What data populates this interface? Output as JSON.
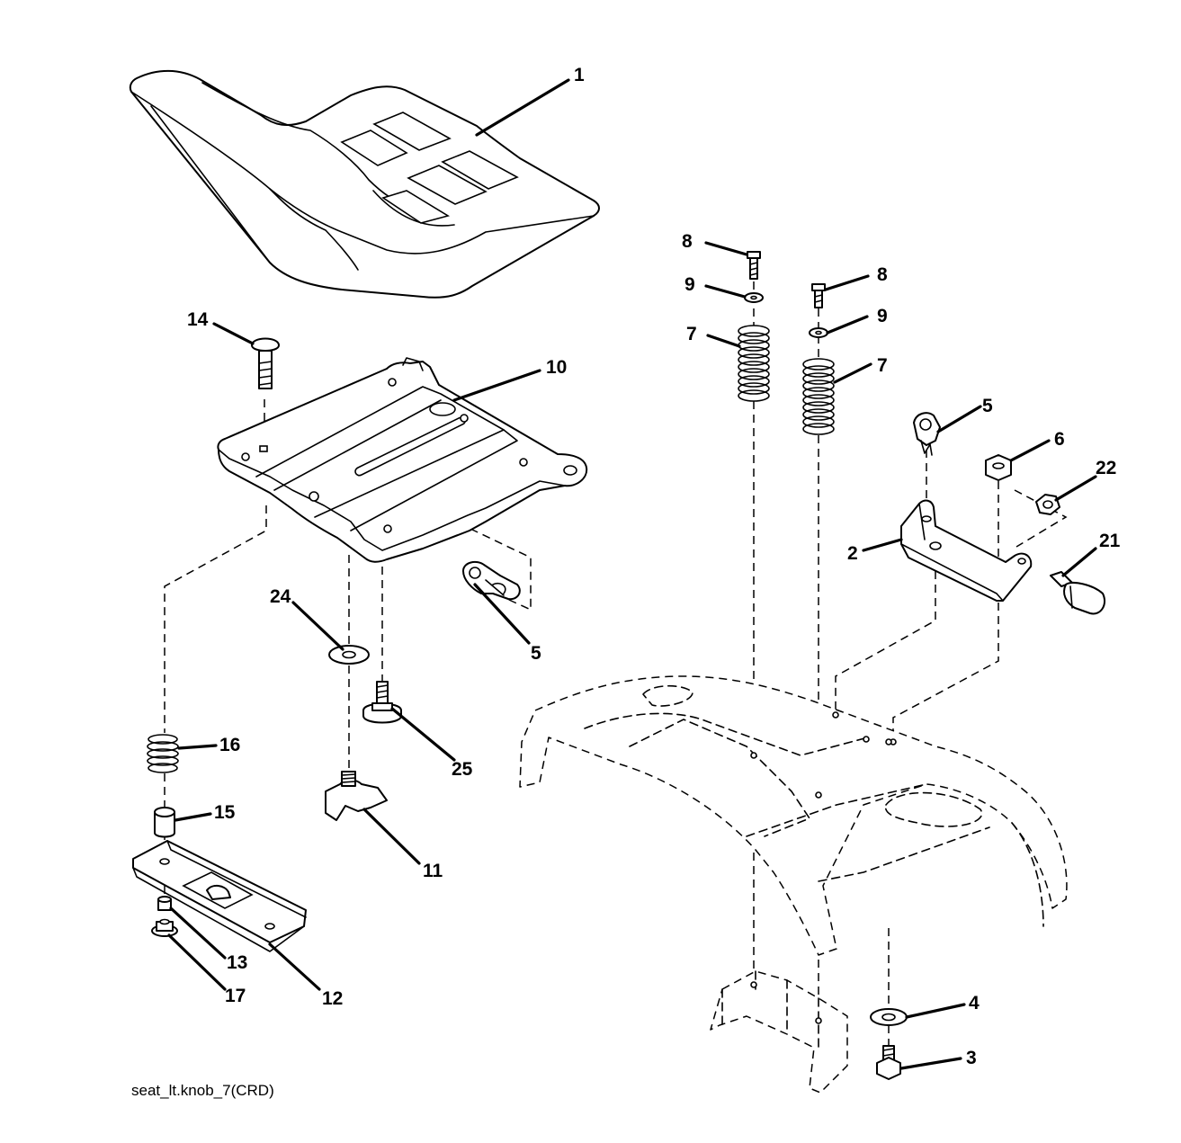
{
  "caption": "seat_lt.knob_7(CRD)",
  "callouts": {
    "c1": "1",
    "c2": "2",
    "c3": "3",
    "c4": "4",
    "c5a": "5",
    "c5b": "5",
    "c6": "6",
    "c7a": "7",
    "c7b": "7",
    "c8a": "8",
    "c8b": "8",
    "c9a": "9",
    "c9b": "9",
    "c10": "10",
    "c11": "11",
    "c12": "12",
    "c13": "13",
    "c14": "14",
    "c15": "15",
    "c16": "16",
    "c17": "17",
    "c21": "21",
    "c22": "22",
    "c24": "24",
    "c25": "25"
  }
}
